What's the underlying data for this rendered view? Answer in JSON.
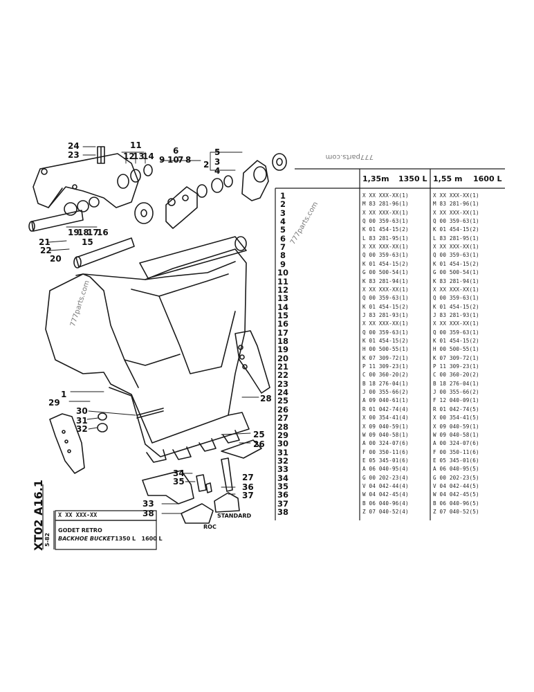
{
  "header": {
    "col_a_width": "1,35m",
    "col_a_volume": "1350 L",
    "col_b_width": "1,55 m",
    "col_b_volume": "1600 L"
  },
  "watermark": "777parts.com",
  "title_block": {
    "code": "X XX XXX-XX",
    "name_fr": "GODET RETRO",
    "name_en": "BACKHOE BUCKET",
    "volumes": "1350 L   1600 L",
    "doc_code": "XT02 A16.1",
    "edition": "5-82"
  },
  "diagram_labels": {
    "n24": "24",
    "n23": "23",
    "n11": "11",
    "n12": "12",
    "n13": "13",
    "n14": "14",
    "n6": "6",
    "n9": "9",
    "n10": "10",
    "n7": "7",
    "n8": "8",
    "n5": "5",
    "n2": "2",
    "n3": "3",
    "n4": "4",
    "n19": "19",
    "n18": "18",
    "n17": "17",
    "n16": "16",
    "n15": "15",
    "n21": "21",
    "n22": "22",
    "n20": "20",
    "n1": "1",
    "n29": "29",
    "n30": "30",
    "n31": "31",
    "n32": "32",
    "n28": "28",
    "n25": "25",
    "n26": "26",
    "n27": "27",
    "n34": "34",
    "n35": "35",
    "n36": "36",
    "n37": "37",
    "n33": "33",
    "n38": "38",
    "standard": "STANDARD",
    "roc": "ROC"
  },
  "rows": [
    {
      "n": "1",
      "a": "X XX XXX-XX(1)",
      "b": "X XX XXX-XX(1)"
    },
    {
      "n": "2",
      "a": "M 83 281-96(1)",
      "b": "M 83 281-96(1)"
    },
    {
      "n": "3",
      "a": "X XX XXX-XX(1)",
      "b": "X XX XXX-XX(1)"
    },
    {
      "n": "4",
      "a": "Q 00 359-63(1)",
      "b": "Q 00 359-63(1)"
    },
    {
      "n": "5",
      "a": "K 01 454-15(2)",
      "b": "K 01 454-15(2)"
    },
    {
      "n": "6",
      "a": "L 83 281-95(1)",
      "b": "L 83 281-95(1)"
    },
    {
      "n": "7",
      "a": "X XX XXX-XX(1)",
      "b": "X XX XXX-XX(1)"
    },
    {
      "n": "8",
      "a": "Q 00 359-63(1)",
      "b": "Q 00 359-63(1)"
    },
    {
      "n": "9",
      "a": "K 01 454-15(2)",
      "b": "K 01 454-15(2)"
    },
    {
      "n": "10",
      "a": "G 00 500-54(1)",
      "b": "G 00 500-54(1)"
    },
    {
      "n": "11",
      "a": "K 83 281-94(1)",
      "b": "K 83 281-94(1)"
    },
    {
      "n": "12",
      "a": "X XX XXX-XX(1)",
      "b": "X XX XXX-XX(1)"
    },
    {
      "n": "13",
      "a": "Q 00 359-63(1)",
      "b": "Q 00 359-63(1)"
    },
    {
      "n": "14",
      "a": "K 01 454-15(2)",
      "b": "K 01 454-15(2)"
    },
    {
      "n": "15",
      "a": "J 83 281-93(1)",
      "b": "J 83 281-93(1)"
    },
    {
      "n": "16",
      "a": "X XX XXX-XX(1)",
      "b": "X XX XXX-XX(1)"
    },
    {
      "n": "17",
      "a": "Q 00 359-63(1)",
      "b": "Q 00 359-63(1)"
    },
    {
      "n": "18",
      "a": "K 01 454-15(2)",
      "b": "K 01 454-15(2)"
    },
    {
      "n": "19",
      "a": "H 00 500-55(1)",
      "b": "H 00 500-55(1)"
    },
    {
      "n": "20",
      "a": "K 07 309-72(1)",
      "b": "K 07 309-72(1)"
    },
    {
      "n": "21",
      "a": "P 11 309-23(1)",
      "b": "P 11 309-23(1)"
    },
    {
      "n": "22",
      "a": "C 00 360-20(2)",
      "b": "C 00 360-20(2)"
    },
    {
      "n": "23",
      "a": "B 18 276-04(1)",
      "b": "B 18 276-04(1)"
    },
    {
      "n": "24",
      "a": "J 00 355-66(2)",
      "b": "J 00 355-66(2)"
    },
    {
      "n": "25",
      "a": "A 09 040-61(1)",
      "b": "F 12 040-09(1)"
    },
    {
      "n": "26",
      "a": "R 01 042-74(4)",
      "b": "R 01 042-74(5)"
    },
    {
      "n": "27",
      "a": "X 00 354-41(4)",
      "b": "X 00 354-41(5)"
    },
    {
      "n": "28",
      "a": "X 09 040-59(1)",
      "b": "X 09 040-59(1)"
    },
    {
      "n": "29",
      "a": "W 09 040-58(1)",
      "b": "W 09 040-58(1)"
    },
    {
      "n": "30",
      "a": "A 00 324-07(6)",
      "b": "A 00 324-07(6)"
    },
    {
      "n": "31",
      "a": "F 00 350-11(6)",
      "b": "F 00 350-11(6)"
    },
    {
      "n": "32",
      "a": "E 05 345-01(6)",
      "b": "E 05 345-01(6)"
    },
    {
      "n": "33",
      "a": "A 06 040-95(4)",
      "b": "A 06 040-95(5)"
    },
    {
      "n": "34",
      "a": "G 00 202-23(4)",
      "b": "G 00 202-23(5)"
    },
    {
      "n": "35",
      "a": "V 04 042-44(4)",
      "b": "V 04 042-44(5)"
    },
    {
      "n": "36",
      "a": "W 04 042-45(4)",
      "b": "W 04 042-45(5)"
    },
    {
      "n": "37",
      "a": "B 06 040-96(4)",
      "b": "B 06 040-96(5)"
    },
    {
      "n": "38",
      "a": "Z 07 040-52(4)",
      "b": "Z 07 040-52(5)"
    }
  ]
}
